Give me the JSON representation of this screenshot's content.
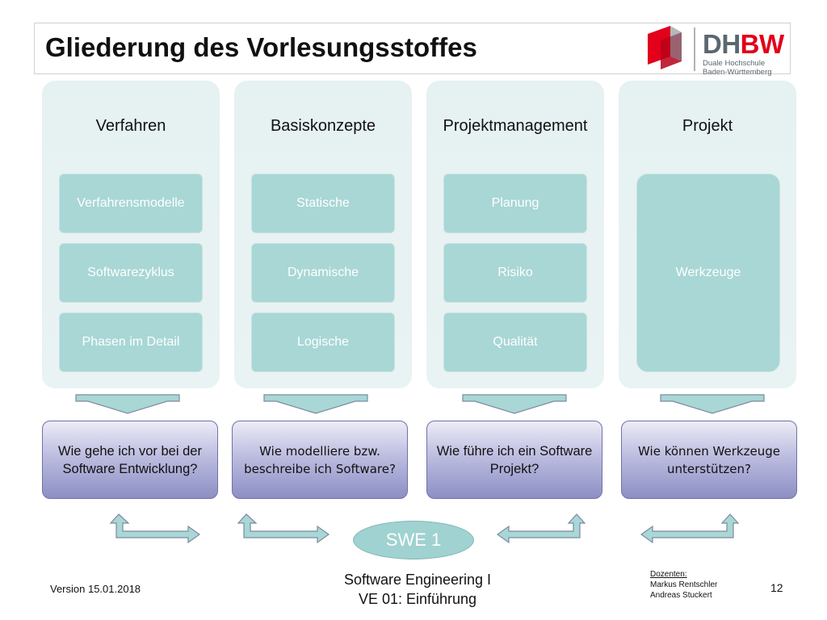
{
  "title": "Gliederung des Vorlesungsstoffes",
  "logo": {
    "dh": "DH",
    "bw": "BW",
    "line1": "Duale Hochschule",
    "line2": "Baden-Württemberg"
  },
  "columns": [
    {
      "heading": "Verfahren",
      "items": [
        "Verfahrensmodelle",
        "Softwarezyklus",
        "Phasen im Detail"
      ],
      "question": "Wie gehe ich vor bei der Software Entwicklung?"
    },
    {
      "heading": "Basiskonzepte",
      "items": [
        "Statische",
        "Dynamische",
        "Logische"
      ],
      "question": "Wie modelliere bzw. beschreibe ich Software?"
    },
    {
      "heading": "Projektmanagement",
      "items": [
        "Planung",
        "Risiko",
        "Qualität"
      ],
      "question": "Wie führe ich ein Software Projekt?"
    },
    {
      "heading": "Projekt",
      "items": [
        "Werkzeuge"
      ],
      "question": "Wie können Werkzeuge unterstützen?"
    }
  ],
  "center_label": "SWE 1",
  "footer": {
    "version": "Version 15.01.2018",
    "course_line1": "Software Engineering I",
    "course_line2": "VE 01: Einführung",
    "lecturers_label": "Dozenten:",
    "lecturer1": "Markus Rentschler",
    "lecturer2": "Andreas Stuckert",
    "page": "12"
  },
  "colors": {
    "cell": "#a8d7d5",
    "column_bg": "#e6f1f1",
    "question_dark": "#8d8fc4",
    "accent_red": "#e2001a",
    "logo_gray": "#5b6770"
  }
}
